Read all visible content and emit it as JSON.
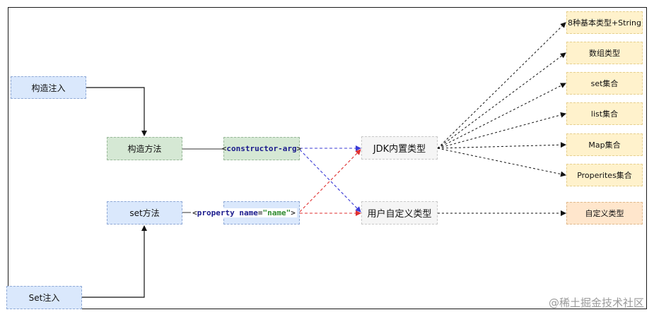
{
  "nodes": {
    "constructor_injection": "构造注入",
    "set_injection": "Set注入",
    "constructor_method": "构造方法",
    "set_method": "set方法",
    "constructor_arg": {
      "lt": "<",
      "name": "constructor-arg",
      "gt": ">"
    },
    "property_tag": {
      "lt": "<",
      "name": "property",
      "attr": "name",
      "eq": "=",
      "value": "\"name\"",
      "gt": ">"
    },
    "jdk_builtin": "JDK内置类型",
    "user_defined": "用户自定义类型"
  },
  "jdk_types": [
    "8种基本类型+String",
    "数组类型",
    "set集合",
    "list集合",
    "Map集合",
    "Properites集合"
  ],
  "custom_type": "自定义类型",
  "watermark": "@稀土掘金技术社区",
  "colors": {
    "blue_box": "#dae8fc",
    "green_box": "#d5e8d4",
    "gray_box": "#f5f5f5",
    "yellow_box": "#fff2cc",
    "orange_box": "#ffe6cc",
    "blue_arrow": "#3b3bd6",
    "red_arrow": "#e03131"
  }
}
